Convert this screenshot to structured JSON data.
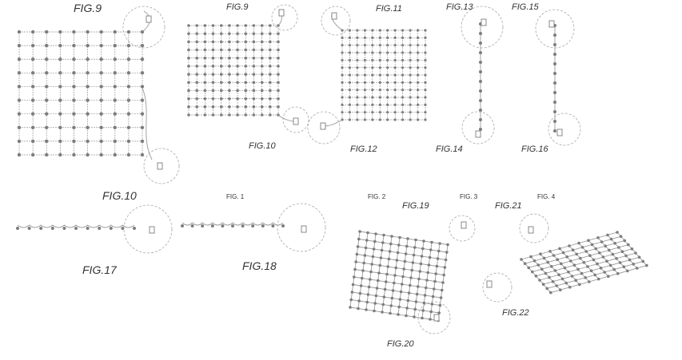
{
  "figure_labels": {
    "fig9_a": "FIG.9",
    "fig10_a": "FIG.10",
    "fig9_b": "FIG.9",
    "fig10_b": "FIG.10",
    "fig11": "FIG.11",
    "fig12": "FIG.12",
    "fig13": "FIG.13",
    "fig14": "FIG.14",
    "fig15": "FIG.15",
    "fig16": "FIG.16",
    "fig17": "FIG.17",
    "fig18": "FIG.18",
    "fig19": "FIG.19",
    "fig20": "FIG.20",
    "fig21": "FIG.21",
    "fig22": "FIG.22",
    "fig_1": "FIG. 1",
    "fig_2": "FIG. 2",
    "fig_3": "FIG. 3",
    "fig_4": "FIG. 4"
  },
  "colors": {
    "line": "#9a9a9a",
    "node": "#7d7d7d",
    "detail_circle": "#a8a8a8"
  }
}
